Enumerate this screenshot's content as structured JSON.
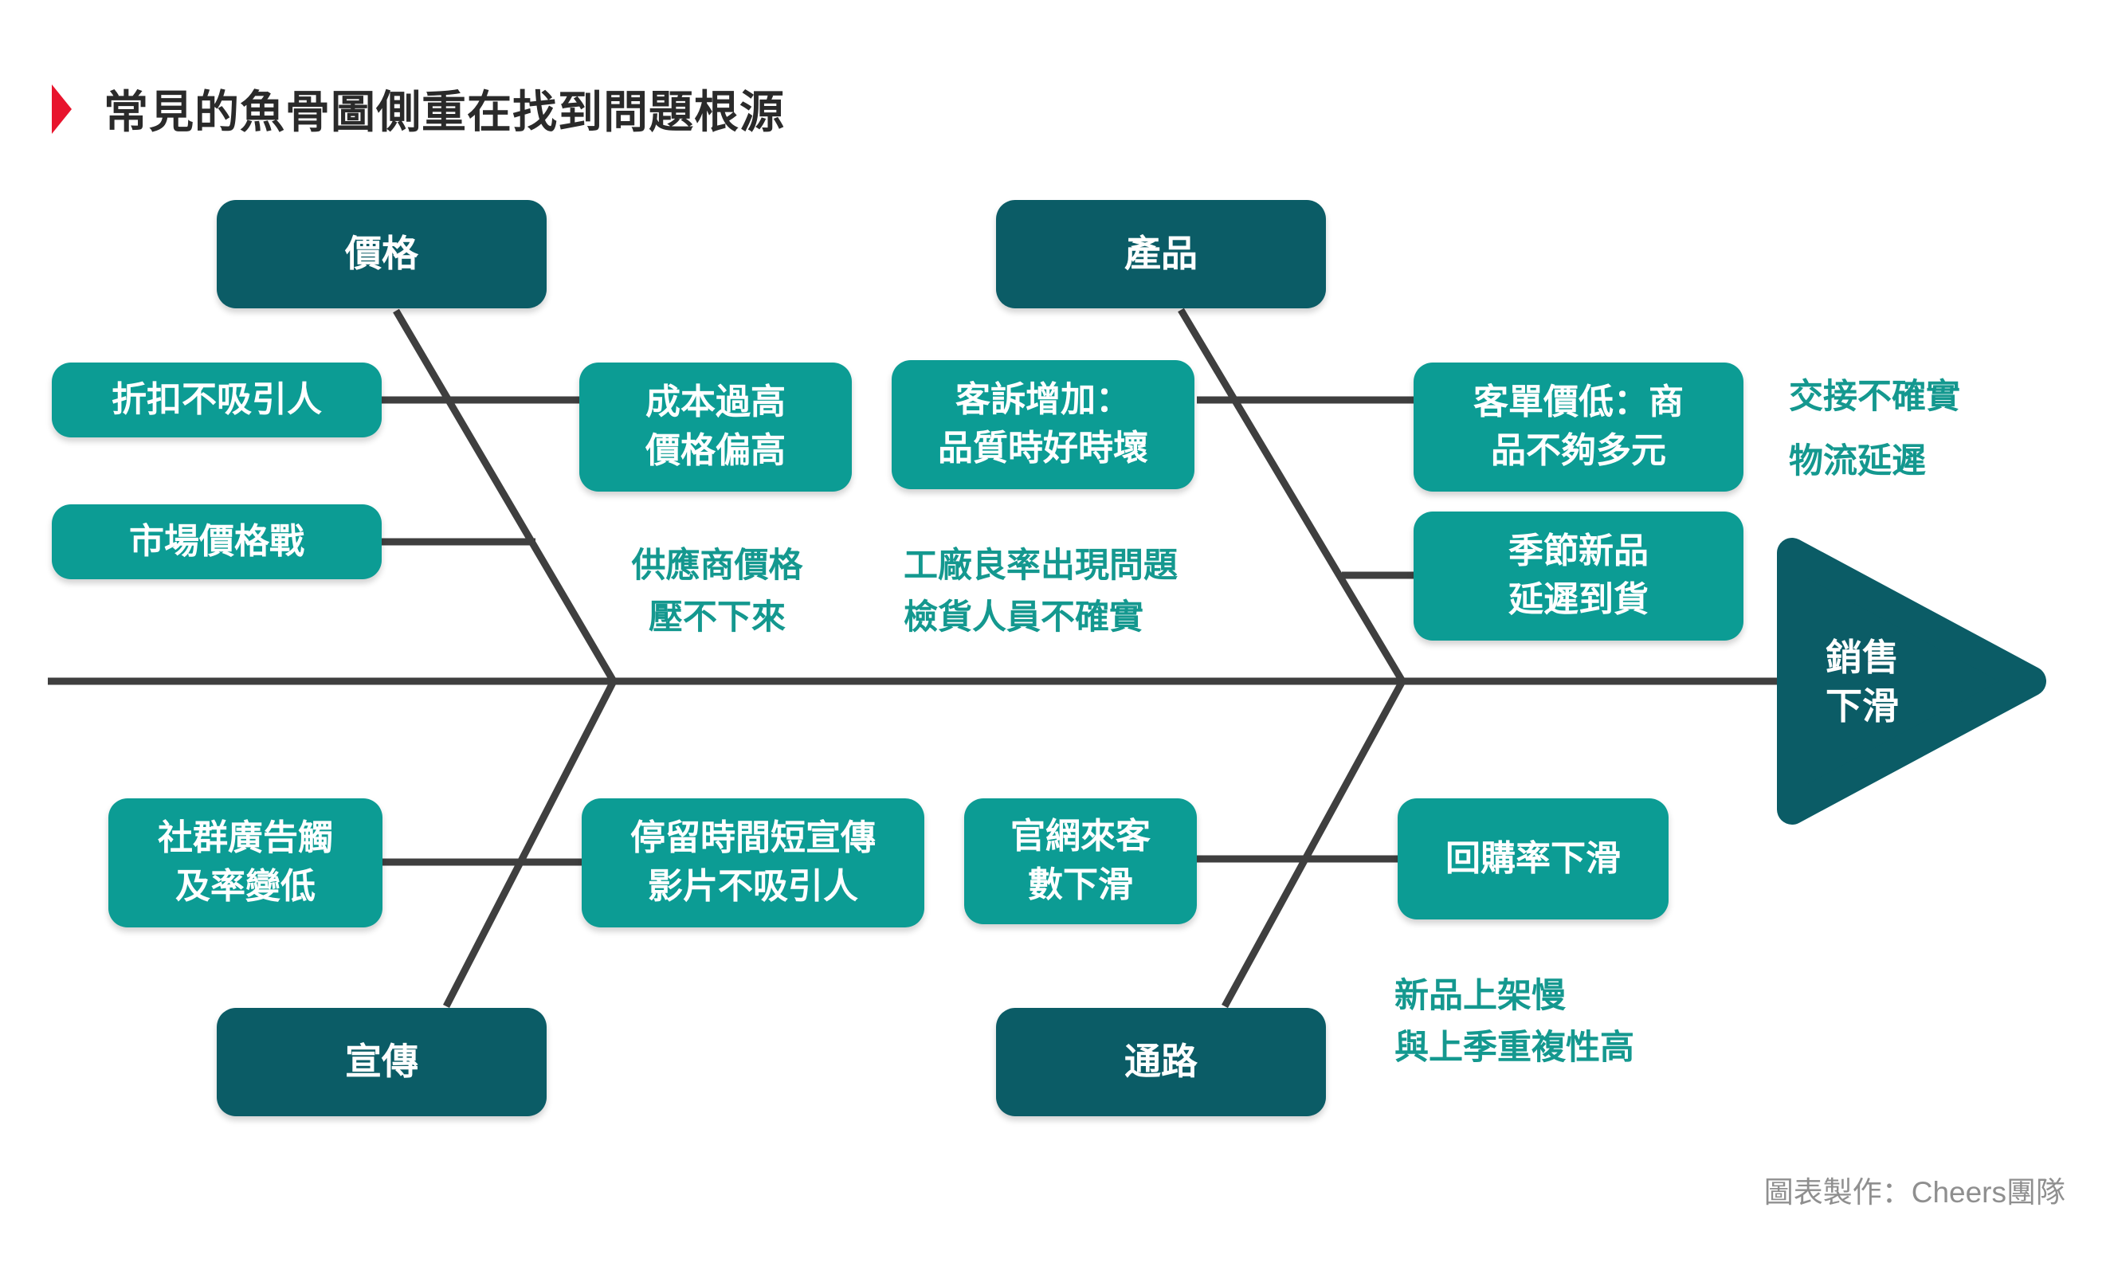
{
  "title": "常見的魚骨圖側重在找到問題根源",
  "credit": "圖表製作：Cheers團隊",
  "effect_label": "銷售\n下滑",
  "categories": {
    "price": "價格",
    "product": "產品",
    "promotion": "宣傳",
    "channel": "通路"
  },
  "causes": {
    "discount": "折扣不吸引人",
    "price_war": "市場價格戰",
    "cost_high": "成本過高\n價格偏高",
    "complaints": "客訴增加：\n品質時好時壞",
    "low_basket": "客單價低：商\n品不夠多元",
    "seasonal_delay": "季節新品\n延遲到貨",
    "social_reach": "社群廣告觸\n及率變低",
    "short_stay": "停留時間短宣傳\n影片不吸引人",
    "site_traffic": "官網來客\n數下滑",
    "repurchase": "回購率下滑"
  },
  "annotations": {
    "supplier": "供應商價格\n壓不下來",
    "factory": "工廠良率出現問題\n檢貨人員不確實",
    "handover": "交接不確實\n物流延遲",
    "new_product": "新品上架慢\n與上季重複性高"
  },
  "colors": {
    "dark_teal": "#0b5c66",
    "light_teal": "#0c9c94",
    "teal_text": "#14988f",
    "line_gray": "#3f3f3f",
    "accent_red": "#e8142d"
  }
}
